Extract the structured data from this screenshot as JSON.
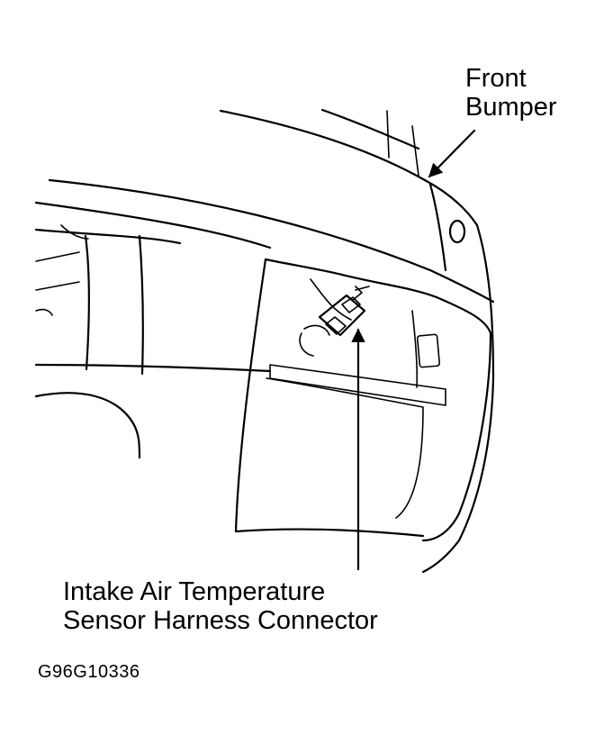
{
  "diagram": {
    "callouts": {
      "front_bumper": {
        "line1": "Front",
        "line2": "Bumper"
      },
      "iat_connector": {
        "line1": "Intake Air Temperature",
        "line2": "Sensor Harness Connector"
      }
    },
    "figure_code": "G96G10336"
  }
}
